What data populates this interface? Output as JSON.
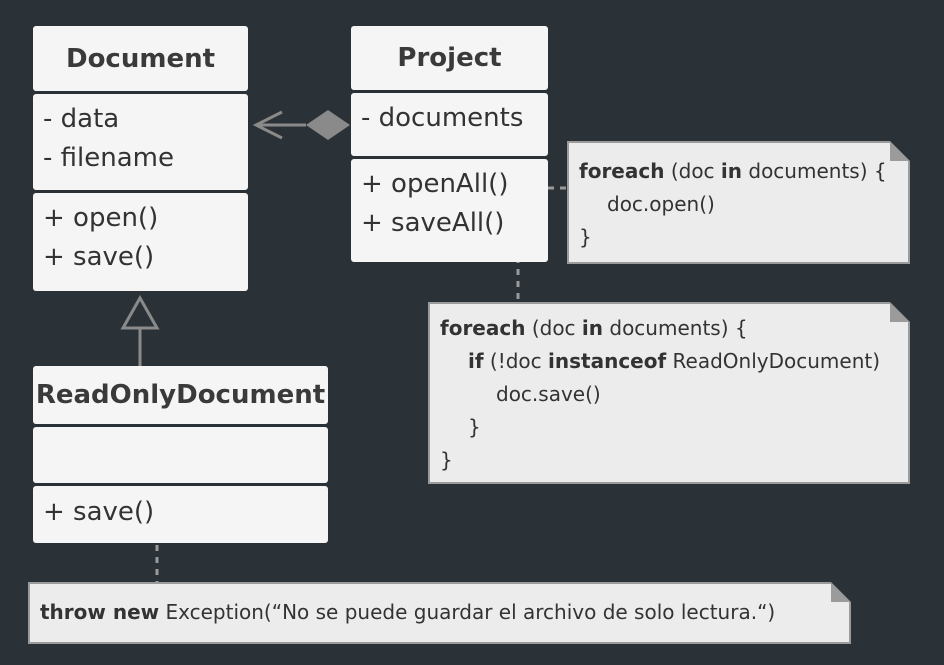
{
  "classes": {
    "document": {
      "name": "Document",
      "fields": [
        "- data",
        "- filename"
      ],
      "methods": [
        "+ open()",
        "+ save()"
      ]
    },
    "project": {
      "name": "Project",
      "fields": [
        "- documents"
      ],
      "methods": [
        "+ openAll()",
        "+ saveAll()"
      ]
    },
    "readonly": {
      "name": "ReadOnlyDocument",
      "methods": [
        "+ save()"
      ]
    }
  },
  "notes": {
    "openall": {
      "line1_kw1": "foreach",
      "line1_a": " (doc ",
      "line1_kw2": "in",
      "line1_b": " documents) {",
      "line2": "doc.open()",
      "line3": "}"
    },
    "saveall": {
      "line1_kw1": "foreach",
      "line1_a": " (doc ",
      "line1_kw2": "in",
      "line1_b": " documents) {",
      "line2_kw1": "if",
      "line2_a": " (!doc ",
      "line2_kw2": "instanceof",
      "line2_b": " ReadOnlyDocument)",
      "line3": "doc.save()",
      "line4": "}",
      "line5": "}"
    },
    "readonly_save": {
      "kw": "throw new",
      "text": " Exception(“No se puede guardar el archivo de solo lectura.“)"
    }
  }
}
